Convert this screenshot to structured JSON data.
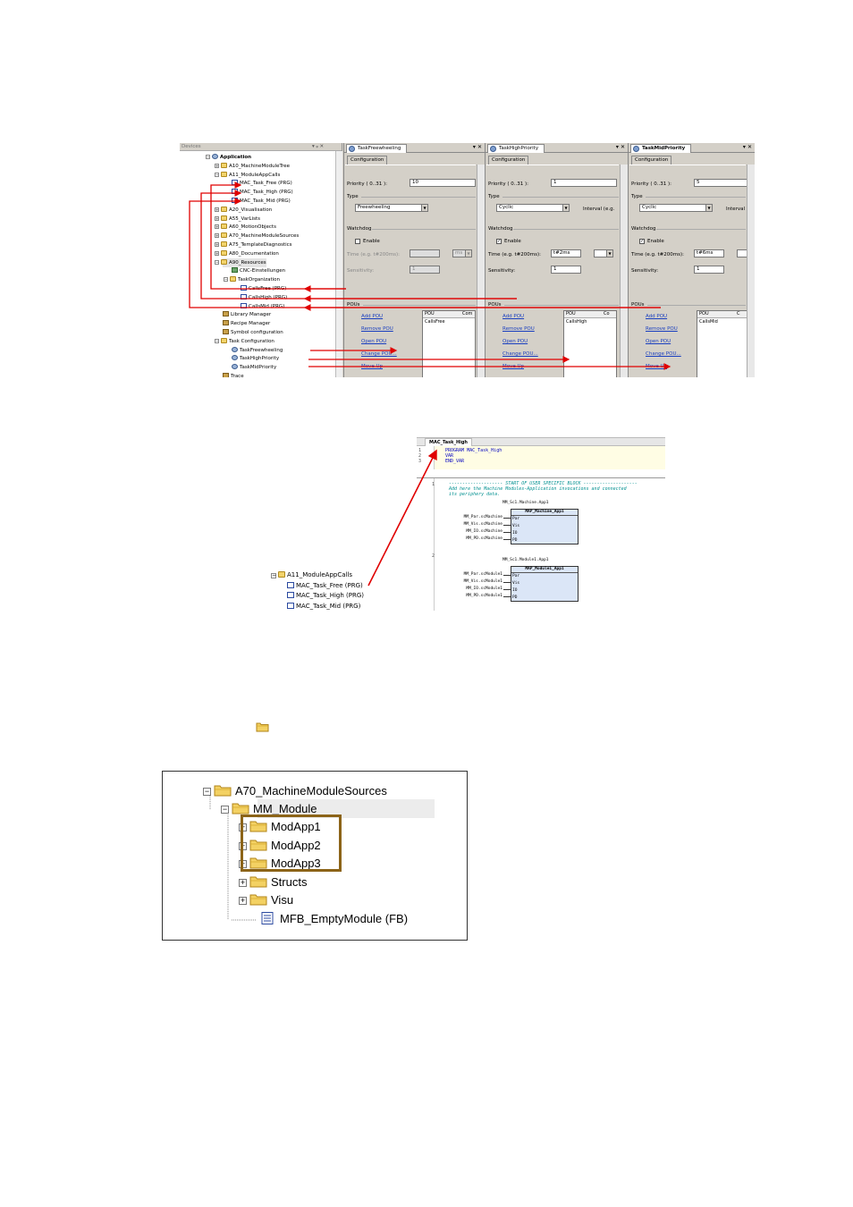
{
  "fig1": {
    "devices_title": "Devices",
    "tree": [
      {
        "label": "Application",
        "type": "app",
        "bold": true
      },
      {
        "label": "A10_MachineModuleTree",
        "type": "folder"
      },
      {
        "label": "A11_ModuleAppCalls",
        "type": "folder"
      },
      {
        "label": "MAC_Task_Free (PRG)",
        "type": "prg"
      },
      {
        "label": "MAC_Task_High (PRG)",
        "type": "prg"
      },
      {
        "label": "MAC_Task_Mid (PRG)",
        "type": "prg"
      },
      {
        "label": "A20_Visualisation",
        "type": "folder"
      },
      {
        "label": "A55_VarLists",
        "type": "folder"
      },
      {
        "label": "A60_MotionObjects",
        "type": "folder"
      },
      {
        "label": "A70_MachineModuleSources",
        "type": "folder"
      },
      {
        "label": "A75_TemplateDiagnostics",
        "type": "folder"
      },
      {
        "label": "A80_Documentation",
        "type": "folder"
      },
      {
        "label": "A90_Resources",
        "type": "folder"
      },
      {
        "label": "CNC-Einstellungen",
        "type": "cnc"
      },
      {
        "label": "TaskOrganization",
        "type": "folder"
      },
      {
        "label": "CallsFree (PRG)",
        "type": "prg"
      },
      {
        "label": "CallsHigh (PRG)",
        "type": "prg"
      },
      {
        "label": "CallsMid (PRG)",
        "type": "prg"
      },
      {
        "label": "Library Manager",
        "type": "lib"
      },
      {
        "label": "Recipe Manager",
        "type": "lib"
      },
      {
        "label": "Symbol configuration",
        "type": "lib"
      },
      {
        "label": "Task Configuration",
        "type": "folder"
      },
      {
        "label": "TaskFreewheeling",
        "type": "task"
      },
      {
        "label": "TaskHighPriority",
        "type": "task"
      },
      {
        "label": "TaskMidPriority",
        "type": "task"
      },
      {
        "label": "Trace",
        "type": "lib"
      }
    ],
    "panels": [
      {
        "tab": "TaskFreewheeling",
        "config_tab": "Configuration",
        "priority_label": "Priority ( 0..31 ):",
        "priority": "10",
        "type_group": "Type",
        "type_value": "Freewheeling",
        "interval_label": "",
        "watchdog_group": "Watchdog",
        "enable_label": "Enable",
        "enable_checked": false,
        "time_label": "Time (e.g. t#200ms):",
        "time_value": "",
        "time_unit": "ms",
        "sensitivity_label": "Sensitivity:",
        "sensitivity_value": "1",
        "pous_group": "POUs",
        "actions": [
          "Add POU",
          "Remove POU",
          "Open POU",
          "Change POU...",
          "Move Up"
        ],
        "col_pou": "POU",
        "col_comment": "Com",
        "pou": "CallsFree"
      },
      {
        "tab": "TaskHighPriority",
        "config_tab": "Configuration",
        "priority_label": "Priority ( 0..31 ):",
        "priority": "1",
        "type_group": "Type",
        "type_value": "Cyclic",
        "interval_label": "Interval (e.g.",
        "watchdog_group": "Watchdog",
        "enable_label": "Enable",
        "enable_checked": true,
        "time_label": "Time (e.g. t#200ms):",
        "time_value": "t#2ms",
        "time_unit": "",
        "sensitivity_label": "Sensitivity:",
        "sensitivity_value": "1",
        "pous_group": "POUs",
        "actions": [
          "Add POU",
          "Remove POU",
          "Open POU",
          "Change POU...",
          "Move Up"
        ],
        "col_pou": "POU",
        "col_comment": "Co",
        "pou": "CallsHigh"
      },
      {
        "tab": "TaskMidPriority",
        "config_tab": "Configuration",
        "priority_label": "Priority ( 0..31 ):",
        "priority": "5",
        "type_group": "Type",
        "type_value": "Cyclic",
        "interval_label": "Interval (e.g",
        "watchdog_group": "Watchdog",
        "enable_label": "Enable",
        "enable_checked": true,
        "time_label": "Time (e.g. t#200ms):",
        "time_value": "t#6ms",
        "time_unit": "",
        "sensitivity_label": "Sensitivity:",
        "sensitivity_value": "1",
        "pous_group": "POUs",
        "actions": [
          "Add POU",
          "Remove POU",
          "Open POU",
          "Change POU...",
          "Move Up"
        ],
        "col_pou": "POU",
        "col_comment": "C",
        "pou": "CallsMid"
      }
    ],
    "arrow_color": "#e00000"
  },
  "fig2": {
    "tree": [
      {
        "label": "A11_ModuleAppCalls",
        "type": "folder"
      },
      {
        "label": "MAC_Task_Free (PRG)",
        "type": "prg"
      },
      {
        "label": "MAC_Task_High (PRG)",
        "type": "prg"
      },
      {
        "label": "MAC_Task_Mid (PRG)",
        "type": "prg"
      }
    ],
    "editor_tab": "MAC_Task_High",
    "decl_lines": [
      "PROGRAM MAC_Task_High",
      "VAR",
      "END_VAR"
    ],
    "comment_lines": [
      "-------------------- START OF USER SPECIFIC BLOCK --------------------",
      "Add here the Machine Modules-Application invocations and connected",
      "its periphery data."
    ],
    "blocks": [
      {
        "network": "1",
        "instance": "MM_Sc1.Machine.App1",
        "fb": "MAP_Machine_App1",
        "inputs": [
          "MM_Par.scMachine",
          "MM_Vis.scMachine",
          "MM_IO.scMachine",
          "MM_PD.scMachine"
        ],
        "pins": [
          "Par",
          "Vis",
          "IO",
          "PD"
        ]
      },
      {
        "network": "2",
        "instance": "MM_Sc1.Module1.App1",
        "fb": "MAP_Module1_App1",
        "inputs": [
          "MM_Par.scModule1",
          "MM_Vis.scModule1",
          "MM_IO.scModule1",
          "MM_PD.scModule1"
        ],
        "pins": [
          "Par",
          "Vis",
          "IO",
          "PD"
        ]
      }
    ]
  },
  "fig3": {
    "rows": [
      {
        "label": "A70_MachineModuleSources",
        "type": "folder"
      },
      {
        "label": "MM_Module",
        "type": "folder"
      },
      {
        "label": "ModApp1",
        "type": "folder"
      },
      {
        "label": "ModApp2",
        "type": "folder"
      },
      {
        "label": "ModApp3",
        "type": "folder"
      },
      {
        "label": "Structs",
        "type": "folder"
      },
      {
        "label": "Visu",
        "type": "folder"
      },
      {
        "label": "MFB_EmptyModule (FB)",
        "type": "fb"
      }
    ],
    "highlight_color": "#8c6418"
  }
}
